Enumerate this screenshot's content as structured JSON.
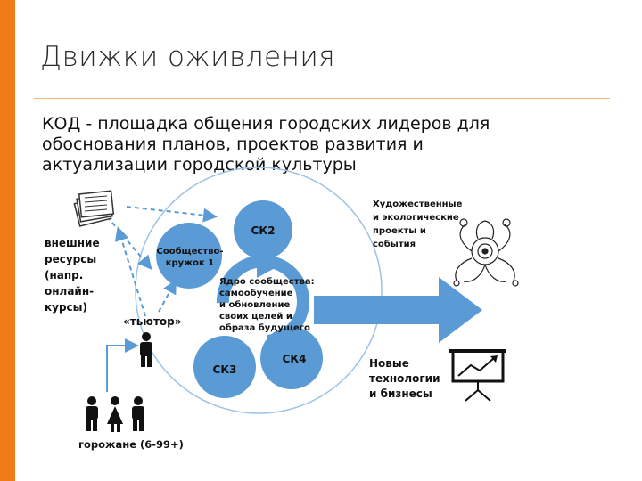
{
  "slide": {
    "title": "Движки оживления",
    "subtitle_lines": [
      "КОД - площадка общения городских лидеров для",
      "обоснования планов, проектов развития и",
      "актуализации городской культуры"
    ]
  },
  "diagram": {
    "external_resources_lines": [
      "внешние",
      "ресурсы",
      "(напр.",
      "онлайн-",
      "курсы)"
    ],
    "tutor": "«тьютор»",
    "citizens": "горожане (6-99+)",
    "community_circle_lines": [
      "Сообщество-",
      "кружок 1"
    ],
    "sk2": "СК2",
    "sk3": "СК3",
    "sk4": "СК4",
    "core_lines": [
      "Ядро сообщества:",
      "самообучение",
      "и обновление",
      "своих целей и",
      "образа будущего"
    ],
    "art_projects_lines": [
      "Художественные",
      "и экологические",
      "проекты и",
      "события"
    ],
    "new_tech_lines": [
      "Новые",
      "технологии",
      "и бизнесы"
    ],
    "colors": {
      "accent_orange": "#f07c18",
      "circle_blue": "#5b9bd5",
      "arrow_blue": "#5b9bd5",
      "outline_blue": "#9dc3e6"
    },
    "icons": [
      "documents-icon",
      "person-icon",
      "people-group-icon",
      "floral-ornament-icon",
      "presentation-chart-icon"
    ]
  }
}
